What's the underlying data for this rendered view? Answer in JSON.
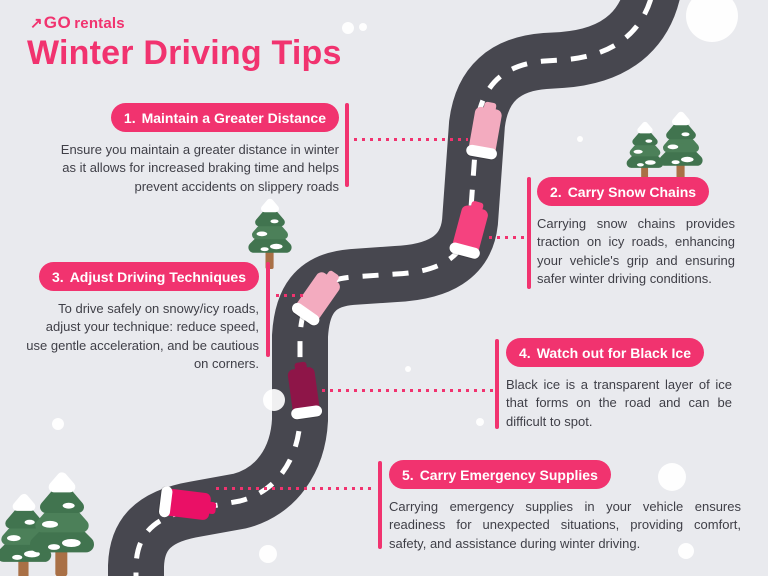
{
  "brand": {
    "arrow": "↗",
    "go": "GO",
    "rentals": "rentals"
  },
  "title": "Winter Driving Tips",
  "colors": {
    "accent": "#f1336f",
    "background": "#e9eaee",
    "road": "#47474f",
    "road_dash": "#ffffff",
    "text": "#3f3f47",
    "badge_text": "#ffffff",
    "car_light_pink": "#f3abbf",
    "car_pink": "#f5427f",
    "car_dark_magenta": "#8e1548",
    "car_crimson": "#ea1066",
    "tree_green": "#4c8059",
    "tree_green_dark": "#41744f",
    "tree_trunk": "#a97046",
    "snow": "#ffffff"
  },
  "tips": [
    {
      "number": "1.",
      "heading": "Maintain a Greater Distance",
      "body": "Ensure you maintain a greater distance in winter as it allows for increased braking time and helps prevent accidents on slippery roads"
    },
    {
      "number": "2.",
      "heading": "Carry Snow Chains",
      "body": "Carrying snow chains provides traction on icy roads, enhancing your vehicle's grip and ensuring safer winter driving conditions."
    },
    {
      "number": "3.",
      "heading": "Adjust Driving Techniques",
      "body": "To drive safely on snowy/icy roads, adjust your technique: reduce speed, use gentle acceleration, and be cautious on corners."
    },
    {
      "number": "4.",
      "heading": "Watch out for Black Ice",
      "body": "Black ice is a transparent layer of ice that forms on the road and can be difficult to spot."
    },
    {
      "number": "5.",
      "heading": "Carry Emergency Supplies",
      "body": "Carrying emergency supplies in your vehicle ensures readiness for unexpected situations, providing comfort, safety, and assistance during winter driving."
    }
  ]
}
